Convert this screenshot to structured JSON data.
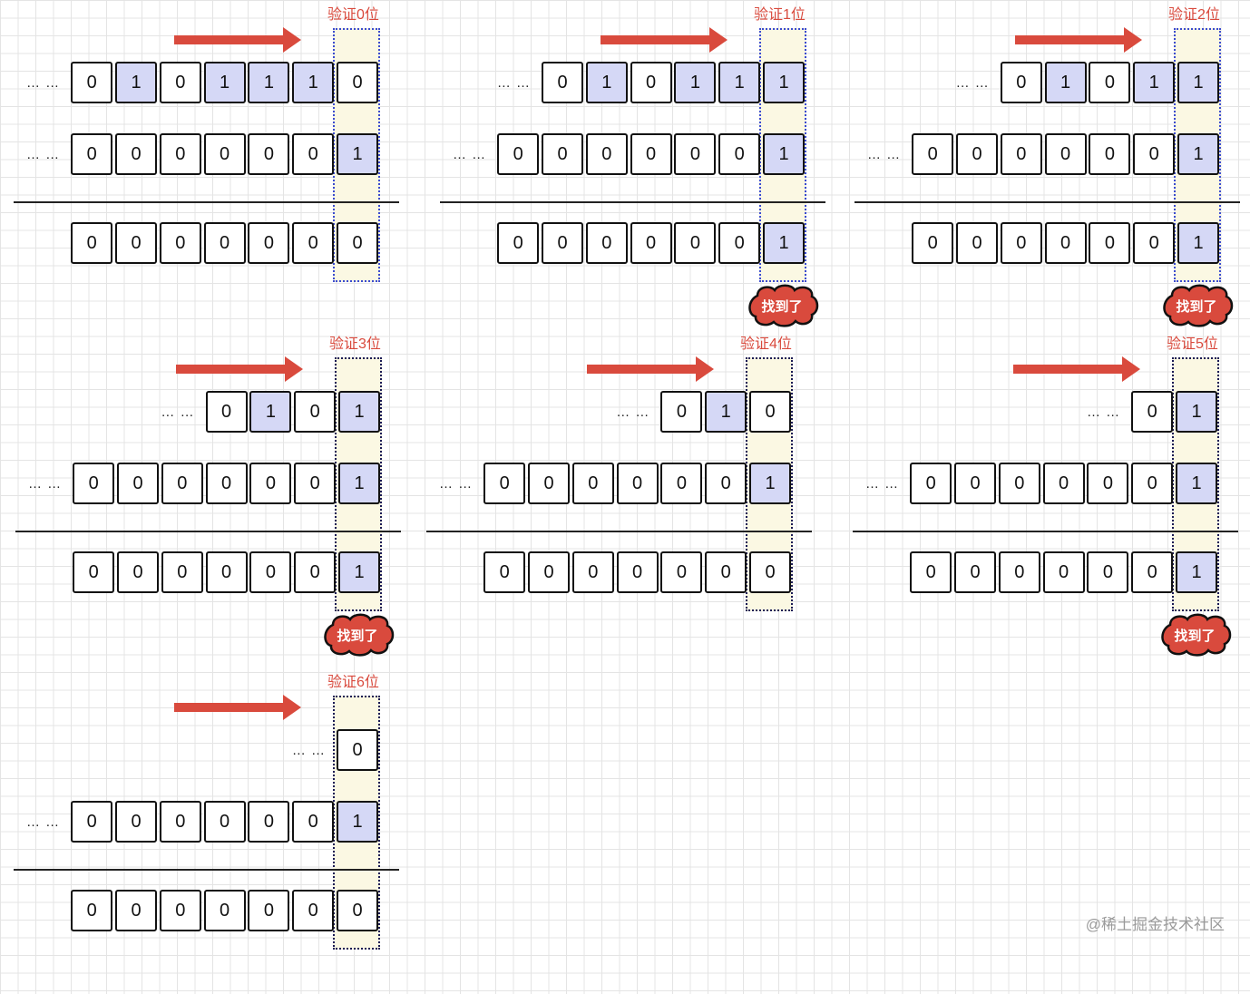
{
  "diagram": {
    "ellipsis": "… …",
    "found_label": "找到了",
    "watermark": "@稀土掘金技术社区",
    "colors": {
      "arrow": "#d94a3d",
      "title": "#d94a3d",
      "highlight_fill": "#fbf8e3",
      "set_bit_fill": "#d5d8f6",
      "found_cloud": "#d94a3d"
    },
    "panels": [
      {
        "title": "验证0位",
        "top_bits": [
          "0",
          "1",
          "0",
          "1",
          "1",
          "1",
          "0"
        ],
        "mask_bits": [
          "0",
          "0",
          "0",
          "0",
          "0",
          "0",
          "1"
        ],
        "result_bits": [
          "0",
          "0",
          "0",
          "0",
          "0",
          "0",
          "0"
        ],
        "found": false
      },
      {
        "title": "验证1位",
        "top_bits": [
          "0",
          "1",
          "0",
          "1",
          "1",
          "1"
        ],
        "mask_bits": [
          "0",
          "0",
          "0",
          "0",
          "0",
          "0",
          "1"
        ],
        "result_bits": [
          "0",
          "0",
          "0",
          "0",
          "0",
          "0",
          "1"
        ],
        "found": true
      },
      {
        "title": "验证2位",
        "top_bits": [
          "0",
          "1",
          "0",
          "1",
          "1"
        ],
        "mask_bits": [
          "0",
          "0",
          "0",
          "0",
          "0",
          "0",
          "1"
        ],
        "result_bits": [
          "0",
          "0",
          "0",
          "0",
          "0",
          "0",
          "1"
        ],
        "found": true
      },
      {
        "title": "验证3位",
        "top_bits": [
          "0",
          "1",
          "0",
          "1"
        ],
        "mask_bits": [
          "0",
          "0",
          "0",
          "0",
          "0",
          "0",
          "1"
        ],
        "result_bits": [
          "0",
          "0",
          "0",
          "0",
          "0",
          "0",
          "1"
        ],
        "found": true
      },
      {
        "title": "验证4位",
        "top_bits": [
          "0",
          "1",
          "0"
        ],
        "mask_bits": [
          "0",
          "0",
          "0",
          "0",
          "0",
          "0",
          "1"
        ],
        "result_bits": [
          "0",
          "0",
          "0",
          "0",
          "0",
          "0",
          "0"
        ],
        "found": false
      },
      {
        "title": "验证5位",
        "top_bits": [
          "0",
          "1"
        ],
        "mask_bits": [
          "0",
          "0",
          "0",
          "0",
          "0",
          "0",
          "1"
        ],
        "result_bits": [
          "0",
          "0",
          "0",
          "0",
          "0",
          "0",
          "1"
        ],
        "found": true
      },
      {
        "title": "验证6位",
        "top_bits": [
          "0"
        ],
        "mask_bits": [
          "0",
          "0",
          "0",
          "0",
          "0",
          "0",
          "1"
        ],
        "result_bits": [
          "0",
          "0",
          "0",
          "0",
          "0",
          "0",
          "0"
        ],
        "found": false
      }
    ]
  }
}
